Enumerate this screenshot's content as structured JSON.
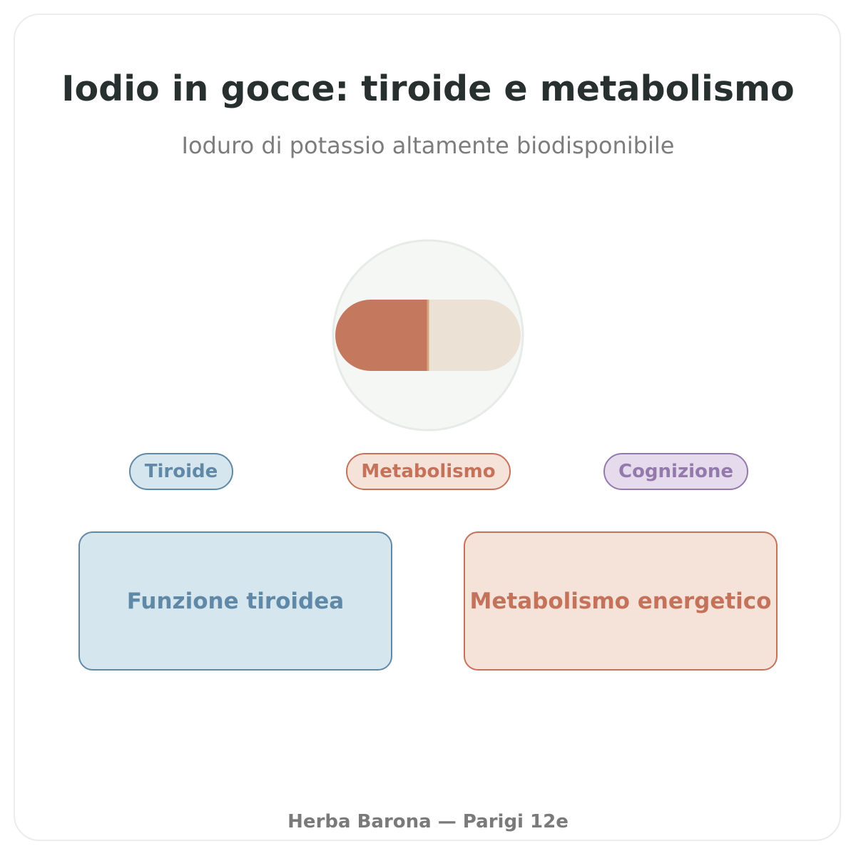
{
  "header": {
    "title": "Iodio in gocce: tiroide e metabolismo",
    "subtitle": "Ioduro di potassio altamente biodisponibile"
  },
  "illustration": {
    "icon": "capsule-icon",
    "colors": {
      "circle_fill": "#f5f7f5",
      "circle_stroke": "#e7ebe7",
      "capsule_left": "#c4785d",
      "capsule_right": "#ebe1d5",
      "seam": "#d7a77f"
    }
  },
  "tags": [
    {
      "label": "Tiroide",
      "color": "#5f89a6"
    },
    {
      "label": "Metabolismo",
      "color": "#c4735a"
    },
    {
      "label": "Cognizione",
      "color": "#9479ad"
    }
  ],
  "benefits": [
    {
      "label": "Funzione tiroidea",
      "color": "#5f89a6"
    },
    {
      "label": "Metabolismo energetico",
      "color": "#c4735a"
    }
  ],
  "footer": {
    "text": "Herba Barona — Parigi 12e"
  }
}
